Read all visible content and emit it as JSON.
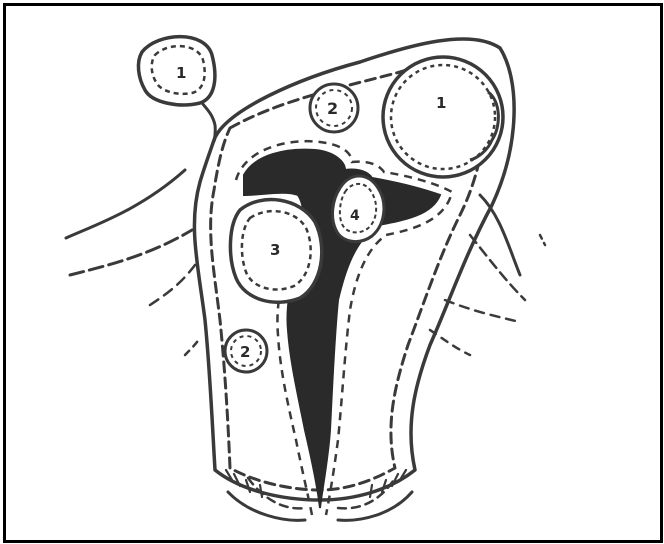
{
  "figure": {
    "colors": {
      "outline": "#3a3a3a",
      "cavity": "#2a2a2a",
      "frame": "#000000",
      "background": "#ffffff"
    },
    "labels": {
      "fibroid_1_left": "1",
      "fibroid_1_right": "1",
      "fibroid_2_top": "2",
      "fibroid_2_low": "2",
      "fibroid_3": "3",
      "fibroid_4": "4"
    }
  }
}
